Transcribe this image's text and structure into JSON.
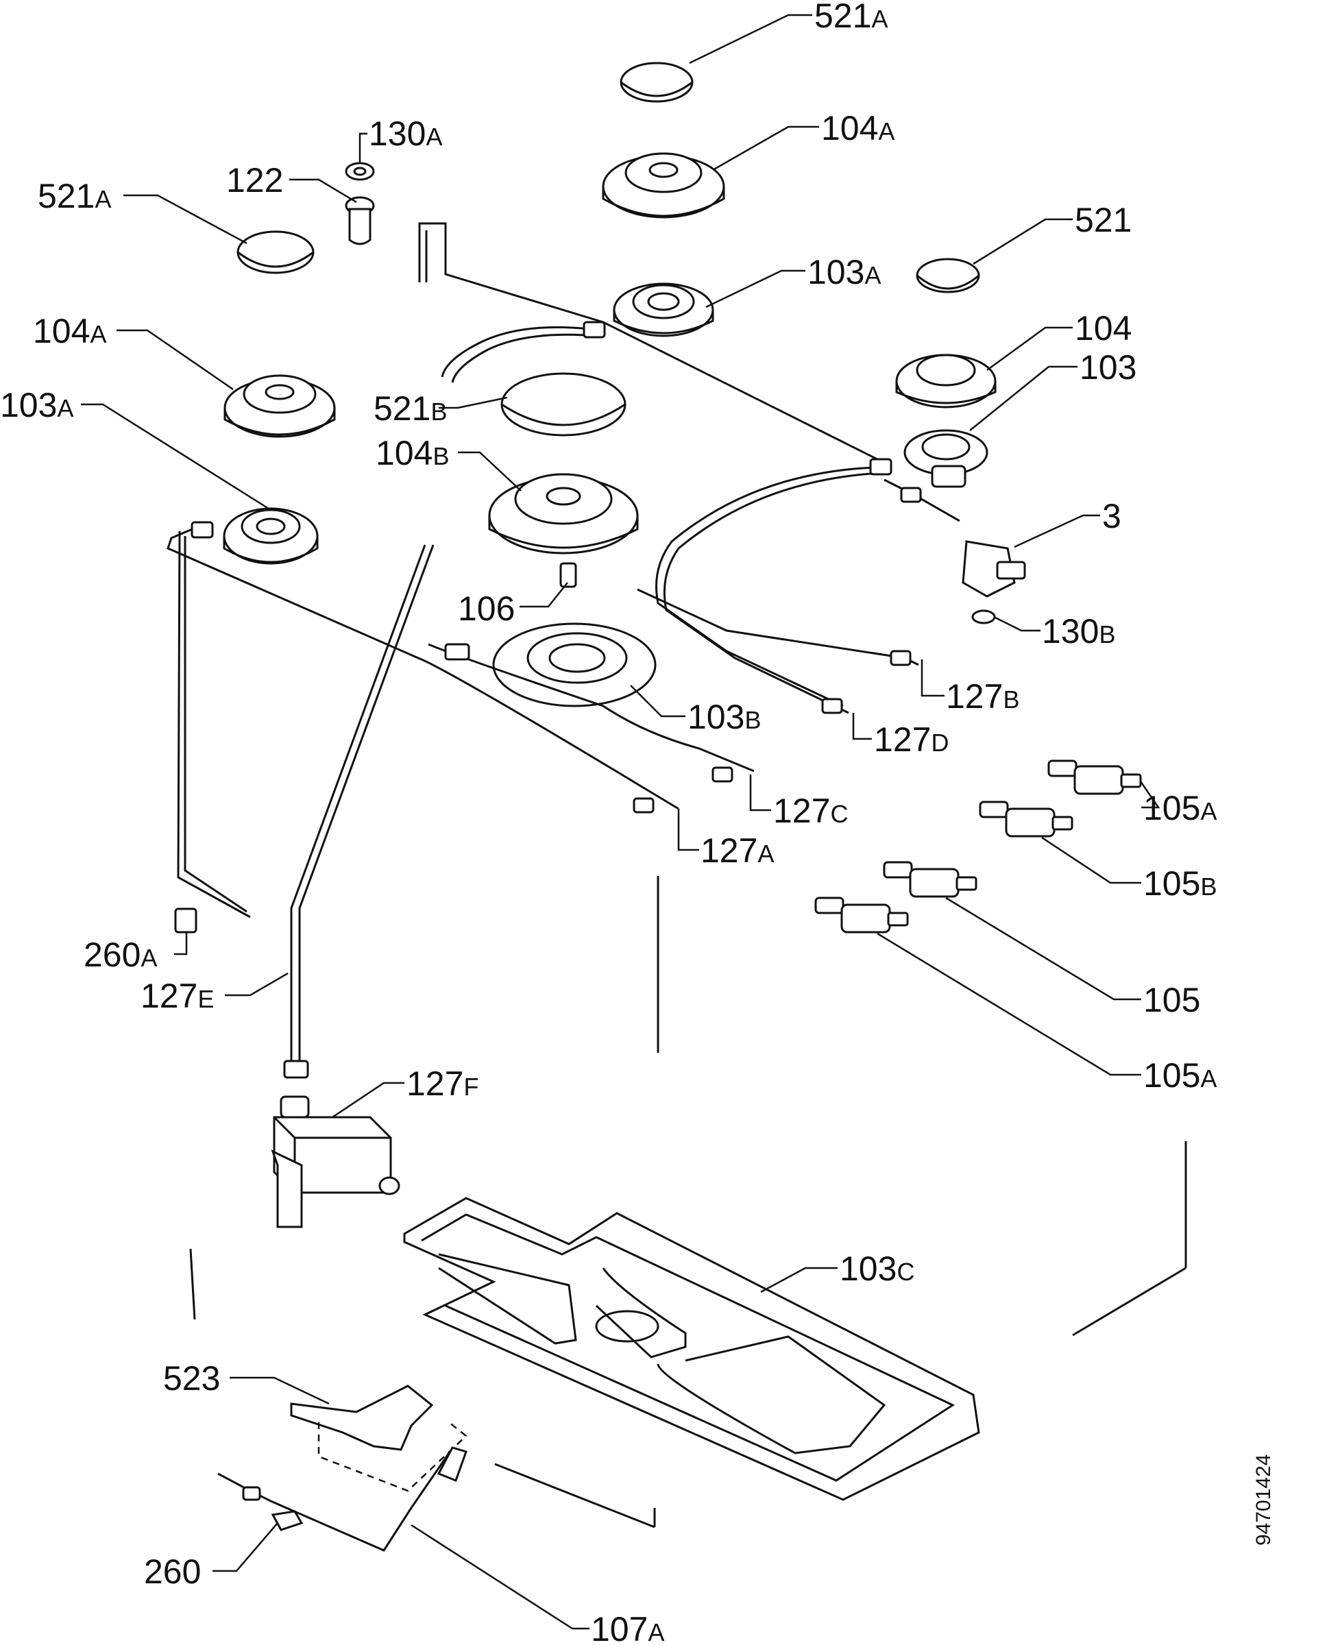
{
  "diagram": {
    "labels": [
      {
        "id": "521a_top",
        "num": "521",
        "suffix": "A"
      },
      {
        "id": "130a",
        "num": "130",
        "suffix": "A"
      },
      {
        "id": "104a_top",
        "num": "104",
        "suffix": "A"
      },
      {
        "id": "122",
        "num": "122",
        "suffix": ""
      },
      {
        "id": "521a_left",
        "num": "521",
        "suffix": "A"
      },
      {
        "id": "521",
        "num": "521",
        "suffix": ""
      },
      {
        "id": "103a_top",
        "num": "103",
        "suffix": "A"
      },
      {
        "id": "104a_left",
        "num": "104",
        "suffix": "A"
      },
      {
        "id": "104",
        "num": "104",
        "suffix": ""
      },
      {
        "id": "103",
        "num": "103",
        "suffix": ""
      },
      {
        "id": "521b",
        "num": "521",
        "suffix": "B"
      },
      {
        "id": "103a_left",
        "num": "103",
        "suffix": "A"
      },
      {
        "id": "104b",
        "num": "104",
        "suffix": "B"
      },
      {
        "id": "3",
        "num": "3",
        "suffix": ""
      },
      {
        "id": "106",
        "num": "106",
        "suffix": ""
      },
      {
        "id": "130b",
        "num": "130",
        "suffix": "B"
      },
      {
        "id": "103b",
        "num": "103",
        "suffix": "B"
      },
      {
        "id": "127b",
        "num": "127",
        "suffix": "B"
      },
      {
        "id": "127d",
        "num": "127",
        "suffix": "D"
      },
      {
        "id": "105a_right",
        "num": "105",
        "suffix": "A"
      },
      {
        "id": "127c",
        "num": "127",
        "suffix": "C"
      },
      {
        "id": "127a",
        "num": "127",
        "suffix": "A"
      },
      {
        "id": "105b",
        "num": "105",
        "suffix": "B"
      },
      {
        "id": "260a",
        "num": "260",
        "suffix": "A"
      },
      {
        "id": "127e",
        "num": "127",
        "suffix": "E"
      },
      {
        "id": "105",
        "num": "105",
        "suffix": ""
      },
      {
        "id": "105a_low",
        "num": "105",
        "suffix": "A"
      },
      {
        "id": "127f",
        "num": "127",
        "suffix": "F"
      },
      {
        "id": "103c",
        "num": "103",
        "suffix": "C"
      },
      {
        "id": "523",
        "num": "523",
        "suffix": ""
      },
      {
        "id": "260",
        "num": "260",
        "suffix": ""
      },
      {
        "id": "107a",
        "num": "107",
        "suffix": "A"
      }
    ],
    "drawing_code": "94701424"
  }
}
